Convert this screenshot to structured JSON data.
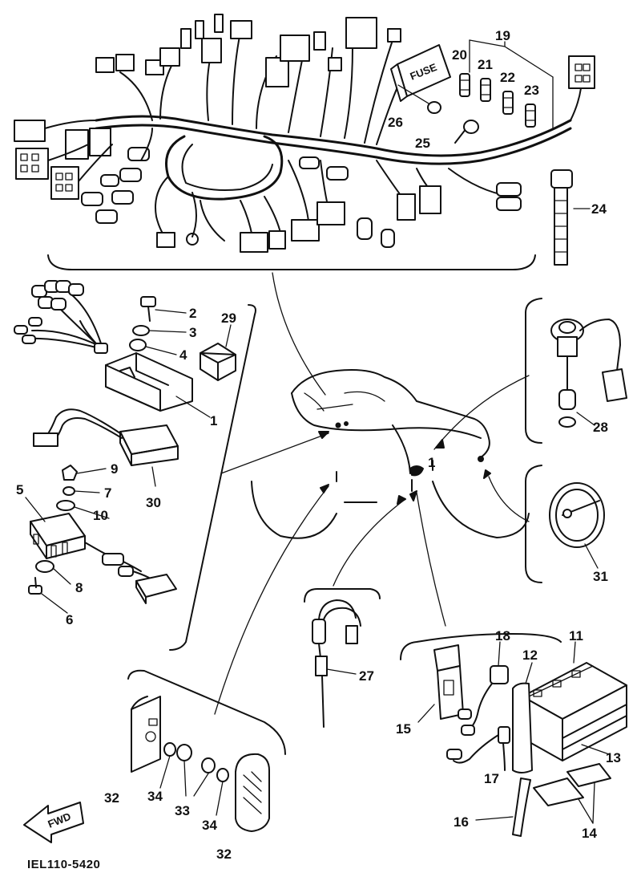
{
  "diagram_code": "IEL110-5420",
  "fuse_box_label": "FUSE",
  "fwd_arrow_label": "FWD",
  "part_numbers": {
    "p1a": "1",
    "p1b": "1",
    "p2": "2",
    "p3": "3",
    "p4": "4",
    "p5": "5",
    "p6": "6",
    "p7": "7",
    "p8": "8",
    "p9": "9",
    "p10": "10",
    "p11": "11",
    "p12": "12",
    "p13": "13",
    "p14": "14",
    "p15": "15",
    "p16": "16",
    "p17": "17",
    "p18": "18",
    "p19": "19",
    "p20": "20",
    "p21": "21",
    "p22": "22",
    "p23": "23",
    "p24": "24",
    "p25": "25",
    "p26": "26",
    "p27": "27",
    "p28": "28",
    "p29": "29",
    "p30": "30",
    "p31": "31",
    "p32a": "32",
    "p32b": "32",
    "p33": "33",
    "p34a": "34",
    "p34b": "34"
  }
}
